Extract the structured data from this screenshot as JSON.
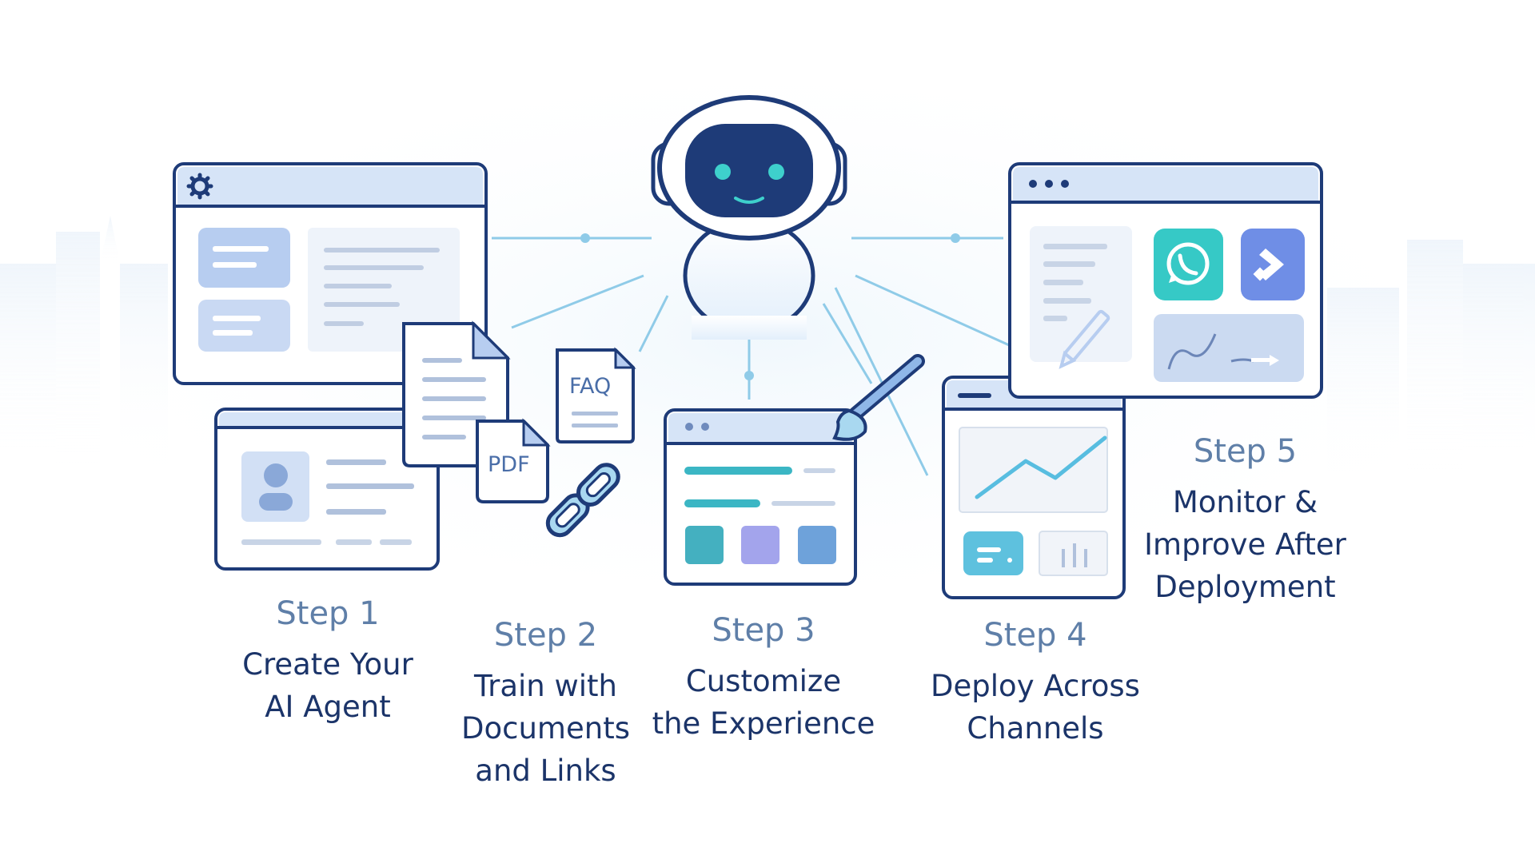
{
  "steps": [
    {
      "num": "Step 1",
      "title": "Create Your\nAI Agent"
    },
    {
      "num": "Step 2",
      "title": "Train with\nDocuments\nand Links"
    },
    {
      "num": "Step 3",
      "title": "Customize\nthe Experience"
    },
    {
      "num": "Step 4",
      "title": "Deploy Across\nChannels"
    },
    {
      "num": "Step 5",
      "title": "Monitor &\nImprove After\nDeployment"
    }
  ],
  "doc_labels": {
    "faq": "FAQ",
    "pdf": "PDF"
  },
  "icons": [
    "gear-icon",
    "robot-icon",
    "whatsapp-icon",
    "arrow-right-icon",
    "pencil-icon",
    "paint-brush-icon",
    "link-chain-icon",
    "user-icon",
    "line-chart-icon",
    "bar-chart-icon"
  ],
  "colors": {
    "outline": "#1e3b78",
    "panel": "#ffffff",
    "header": "#d6e4f7",
    "block": "#b7cdf0",
    "connector": "#8fcbe8",
    "teal": "#35c3c8",
    "indigo": "#6f8ee6",
    "text_dark": "#1b3469",
    "text_step": "#5f7fa8"
  }
}
